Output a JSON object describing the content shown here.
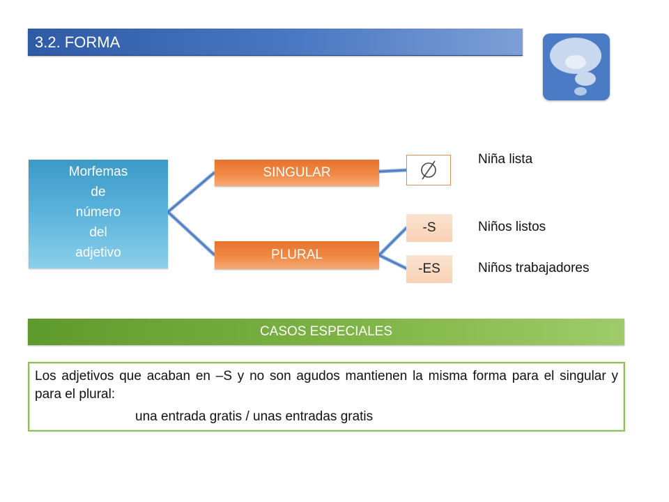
{
  "header": {
    "title": "3.2. FORMA",
    "icon": "question-bubble-icon",
    "accent_color": "#3b66b0"
  },
  "diagram": {
    "root_lines": [
      "Morfemas",
      "de",
      "número",
      "del",
      "adjetivo"
    ],
    "singular_label": "SINGULAR",
    "plural_label": "PLURAL",
    "empty_set_symbol": "∅",
    "suffix_s": "-S",
    "suffix_es": "-ES",
    "examples": [
      "Niña lista",
      "Niños listos",
      "Niños trabajadores"
    ],
    "colors": {
      "root": "#4aa8d4",
      "branch": "#ed7d31",
      "suffix": "#f9d8c0"
    }
  },
  "special_cases": {
    "heading": "CASOS ESPECIALES",
    "text": "Los adjetivos que acaban en –S y no son agudos mantienen la misma forma para el singular y para el plural:",
    "example": "una entrada gratis / unas entradas gratis",
    "color": "#7fb446"
  }
}
